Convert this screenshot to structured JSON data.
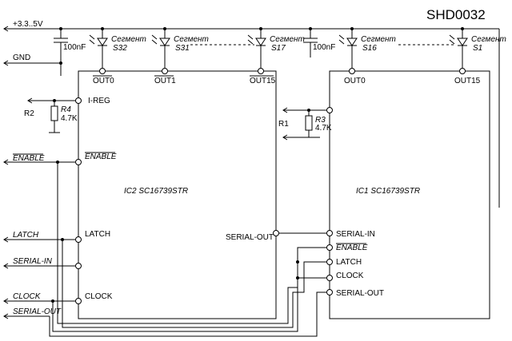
{
  "title": "SHD0032",
  "rails": {
    "vcc": "+3.3..5V",
    "gnd": "GND"
  },
  "caps": {
    "c1": "100nF",
    "c2": "100nF"
  },
  "leds": [
    {
      "word": "Сегмент",
      "ref": "S32"
    },
    {
      "word": "Сегмент",
      "ref": "S31"
    },
    {
      "word": "Сегмент",
      "ref": "S17"
    },
    {
      "word": "Сегмент",
      "ref": "S16"
    },
    {
      "word": "Сегмент",
      "ref": "S1"
    }
  ],
  "ic2": {
    "name": "IC2 SC16739STR",
    "out0": "OUT0",
    "out1": "OUT1",
    "out15": "OUT15",
    "ireg": "I-REG",
    "enable": "ENABLE",
    "latch": "LATCH",
    "clock": "CLOCK",
    "serial_out": "SERIAL-OUT"
  },
  "ic1": {
    "name": "IC1 SC16739STR",
    "out0": "OUT0",
    "out15": "OUT15",
    "serial_in": "SERIAL-IN",
    "enable": "ENABLE",
    "latch": "LATCH",
    "clock": "CLOCK",
    "serial_out": "SERIAL-OUT"
  },
  "resistors": {
    "r4_ref": "R4",
    "r4_val": "4.7K",
    "r2": "R2",
    "r3_ref": "R3",
    "r3_val": "4.7K",
    "r1": "R1"
  },
  "inputs": {
    "enable": "ENABLE",
    "latch": "LATCH",
    "serial_in": "SERIAL-IN",
    "clock": "CLOCK",
    "serial_out": "SERIAL-OUT"
  }
}
